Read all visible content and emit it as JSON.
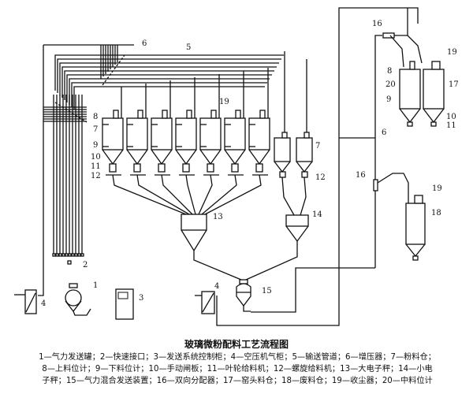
{
  "title": "玻璃微粉配料工艺流程图",
  "labels": {
    "n1": "1",
    "n2": "2",
    "n3": "3",
    "n4": "4",
    "n5": "5",
    "n6": "6",
    "n7": "7",
    "n8": "8",
    "n9": "9",
    "n10": "10",
    "n11": "11",
    "n12": "12",
    "n13": "13",
    "n14": "14",
    "n15": "15",
    "n16": "16",
    "n17": "17",
    "n18": "18",
    "n19": "19",
    "n20": "20"
  },
  "legend": {
    "line1": "1—气力发送罐；2—快速接口；3—发送系统控制柜；4—空压机气柜；5—输送管道；6—增压器；7—粉料仓；",
    "line2": "8—上料位计；9—下料位计；10—手动闸板；11—叶轮给料机；12—螺旋给料机；13—大电子秤；14—小电",
    "line3": "子秤；15—气力混合发送装置；16—双向分配器；17—窑头料仓；18—废料仓；19—收尘器；20—中料位计"
  },
  "components": [
    {
      "id": 1,
      "name": "气力发送罐"
    },
    {
      "id": 2,
      "name": "快速接口"
    },
    {
      "id": 3,
      "name": "发送系统控制柜"
    },
    {
      "id": 4,
      "name": "空压机气柜"
    },
    {
      "id": 5,
      "name": "输送管道"
    },
    {
      "id": 6,
      "name": "增压器"
    },
    {
      "id": 7,
      "name": "粉料仓"
    },
    {
      "id": 8,
      "name": "上料位计"
    },
    {
      "id": 9,
      "name": "下料位计"
    },
    {
      "id": 10,
      "name": "手动闸板"
    },
    {
      "id": 11,
      "name": "叶轮给料机"
    },
    {
      "id": 12,
      "name": "螺旋给料机"
    },
    {
      "id": 13,
      "name": "大电子秤"
    },
    {
      "id": 14,
      "name": "小电子秤"
    },
    {
      "id": 15,
      "name": "气力混合发送装置"
    },
    {
      "id": 16,
      "name": "双向分配器"
    },
    {
      "id": 17,
      "name": "窑头料仓"
    },
    {
      "id": 18,
      "name": "废料仓"
    },
    {
      "id": 19,
      "name": "收尘器"
    },
    {
      "id": 20,
      "name": "中料位计"
    }
  ]
}
